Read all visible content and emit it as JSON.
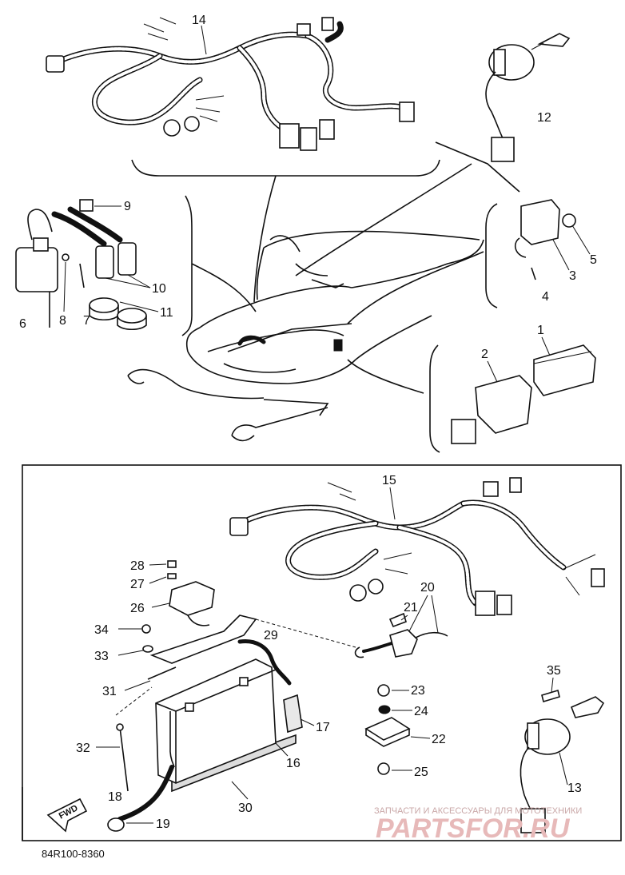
{
  "diagram": {
    "part_number": "84R100-8360",
    "fwd_label": "FWD",
    "watermark": {
      "line1": "ЗАПЧАСТИ И АКСЕССУАРЫ ДЛЯ МОТОТЕХНИКИ",
      "line2": "PARTSFOR.RU"
    },
    "callouts": {
      "c1": "1",
      "c2": "2",
      "c3": "3",
      "c4": "4",
      "c5": "5",
      "c6": "6",
      "c7": "7",
      "c8": "8",
      "c9": "9",
      "c10": "10",
      "c11": "11",
      "c12": "12",
      "c13": "13",
      "c14": "14",
      "c15": "15",
      "c16": "16",
      "c17": "17",
      "c18": "18",
      "c19": "19",
      "c20": "20",
      "c21": "21",
      "c22": "22",
      "c23": "23",
      "c24": "24",
      "c25": "25",
      "c26": "26",
      "c27": "27",
      "c28": "28",
      "c29": "29",
      "c30": "30",
      "c31": "31",
      "c32": "32",
      "c33": "33",
      "c34": "34",
      "c35": "35"
    }
  }
}
